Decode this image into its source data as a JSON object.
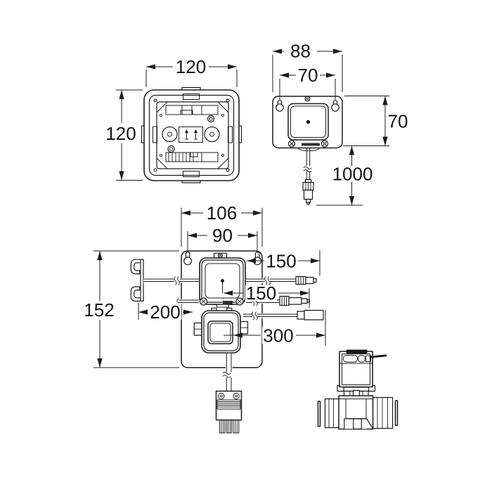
{
  "drawing": {
    "colors": {
      "line": "#1c1c1c",
      "background": "#ffffff"
    },
    "dims": {
      "housing_width": "120",
      "housing_height": "120",
      "sensor_plate_width": "88",
      "sensor_hole_spacing": "70",
      "sensor_plate_height": "70",
      "sensor_cable_length": "1000",
      "plate_width": "106",
      "plate_hole_spacing": "90",
      "plate_height": "152",
      "bracket_distance": "200",
      "cable_top_length": "150",
      "cable_middle_length": "150",
      "cable_valve_length": "300"
    }
  }
}
